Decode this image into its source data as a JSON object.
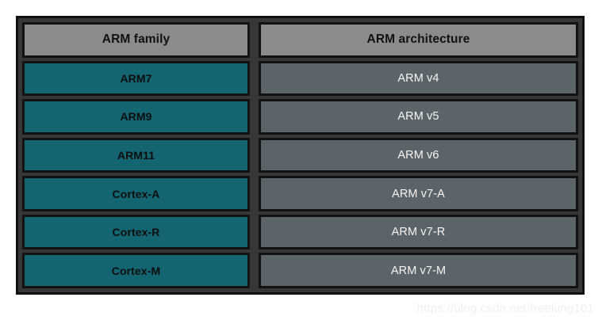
{
  "table": {
    "headers": {
      "family": "ARM family",
      "architecture": "ARM architecture"
    },
    "rows": [
      {
        "family": "ARM7",
        "architecture": "ARM v4"
      },
      {
        "family": "ARM9",
        "architecture": "ARM v5"
      },
      {
        "family": "ARM11",
        "architecture": "ARM v6"
      },
      {
        "family": "Cortex-A",
        "architecture": "ARM v7-A"
      },
      {
        "family": "Cortex-R",
        "architecture": "ARM v7-R"
      },
      {
        "family": "Cortex-M",
        "architecture": "ARM v7-M"
      }
    ]
  },
  "watermark": {
    "text": "https://blog.csdn.net/freeking101"
  },
  "colors": {
    "page_background": "#ffffff",
    "table_background": "#373737",
    "table_border": "#111111",
    "cell_border": "#121212",
    "header_fill": "#8b8b8b",
    "header_text": "#111111",
    "family_fill": "#136671",
    "family_text": "#0d0d0d",
    "architecture_fill": "#5b6468",
    "architecture_text": "#f4f4f4",
    "watermark_text": "#f0f0f0"
  }
}
